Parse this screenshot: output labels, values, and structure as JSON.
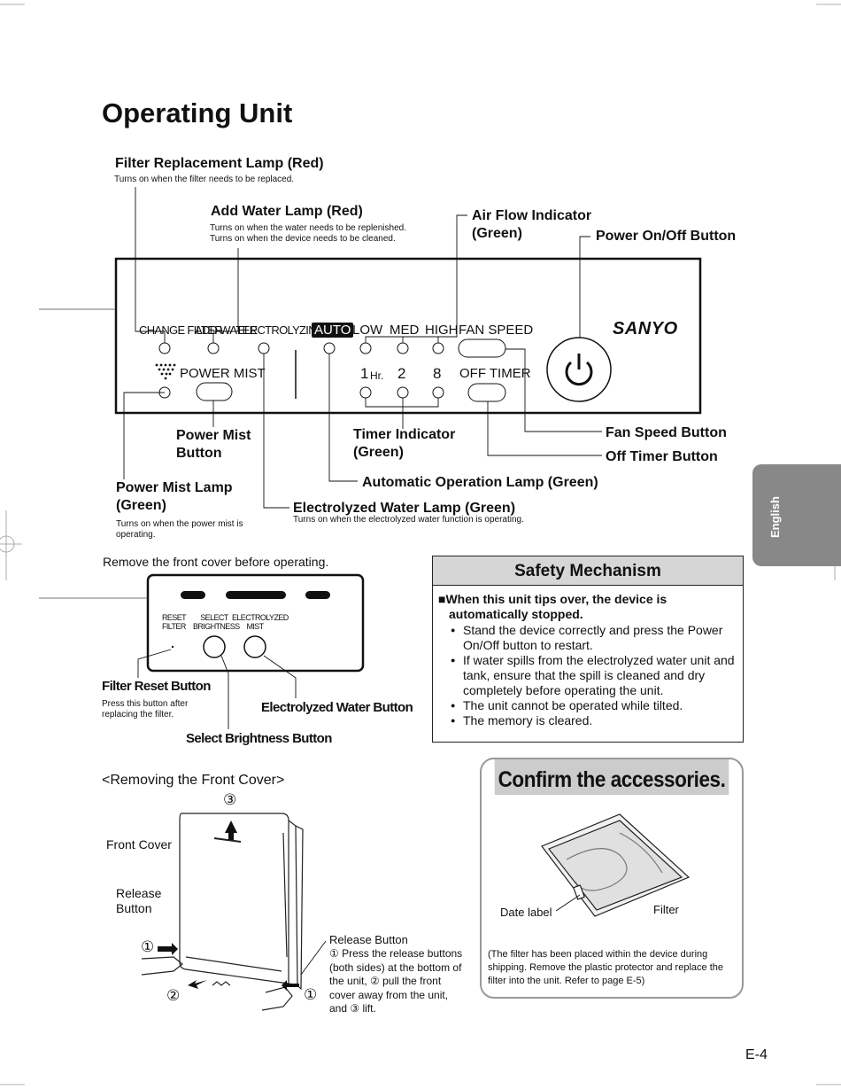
{
  "page": {
    "title": "Operating Unit",
    "page_number": "E-4",
    "side_tab": "English"
  },
  "labels": {
    "filter_lamp": {
      "title": "Filter Replacement Lamp (Red)",
      "desc": "Turns on when the filter needs to be replaced."
    },
    "add_water_lamp": {
      "title": "Add Water Lamp (Red)",
      "desc1": "Turns on when the water needs to be replenished.",
      "desc2": "Turns on when the device needs to be cleaned."
    },
    "air_flow": {
      "line1": "Air Flow Indicator",
      "line2": "(Green)"
    },
    "power_button": "Power On/Off Button",
    "power_mist_button": {
      "line1": "Power Mist",
      "line2": "Button"
    },
    "timer_indicator": {
      "line1": "Timer Indicator",
      "line2": "(Green)"
    },
    "fan_speed_button": "Fan Speed Button",
    "off_timer_button": "Off Timer Button",
    "auto_lamp": "Automatic Operation Lamp (Green)",
    "power_mist_lamp": {
      "line1": "Power Mist Lamp",
      "line2": "(Green)",
      "desc1": "Turns on when the power mist is",
      "desc2": "operating."
    },
    "electrolyzed_lamp": {
      "title": "Electrolyzed Water Lamp (Green)",
      "desc": "Turns on when the electrolyzed water function is operating."
    }
  },
  "panel": {
    "change_filter": "CHANGE FILTER",
    "add_water": "ADD WATER",
    "electrolyzing": "ELECTROLYZING",
    "auto": "AUTO",
    "low": "LOW",
    "med": "MED",
    "high": "HIGH",
    "fan_speed": "FAN SPEED",
    "power_mist": "POWER MIST",
    "t1": "1",
    "hr": "Hr.",
    "t2": "2",
    "t8": "8",
    "off_timer": "OFF TIMER",
    "brand": "SANYO"
  },
  "front_cover_note": "Remove the front cover before operating.",
  "small_panel": {
    "reset1": "RESET",
    "reset2": "FILTER",
    "select1": "SELECT",
    "select2": "BRIGHTNESS",
    "electro1": "ELECTROLYZED",
    "electro2": "MIST"
  },
  "small_labels": {
    "filter_reset": "Filter Reset Button",
    "filter_reset_desc1": "Press this button after",
    "filter_reset_desc2": "replacing the filter.",
    "electrolyzed_water_button": "Electrolyzed Water Button",
    "select_brightness_button": "Select Brightness Button"
  },
  "safety": {
    "heading": "Safety Mechanism",
    "main1": "■When this unit tips over, the device is",
    "main2": "automatically stopped.",
    "items": [
      "Stand the device correctly and press the Power On/Off button to restart.",
      "If water spills from the electrolyzed water unit and tank, ensure that the spill is cleaned and dry completely before operating the unit.",
      "The unit cannot be operated while tilted.",
      "The memory is cleared."
    ]
  },
  "removing": {
    "heading": "<Removing the Front Cover>",
    "front_cover": "Front Cover",
    "release1": "Release",
    "release2": "Button",
    "release_title": "Release Button",
    "lines": [
      "① Press the release buttons",
      "(both sides) at the bottom of",
      "the unit, ② pull the front",
      "cover away from the unit,",
      "and ③ lift."
    ],
    "n1": "①",
    "n2": "②",
    "n3": "③"
  },
  "accessories": {
    "heading": "Confirm the accessories.",
    "date_label": "Date label",
    "filter": "Filter",
    "note1": "(The filter has been placed within the device during",
    "note2": "shipping. Remove the plastic protector and replace the",
    "note3": "filter into the unit. Refer to page E-5)"
  }
}
